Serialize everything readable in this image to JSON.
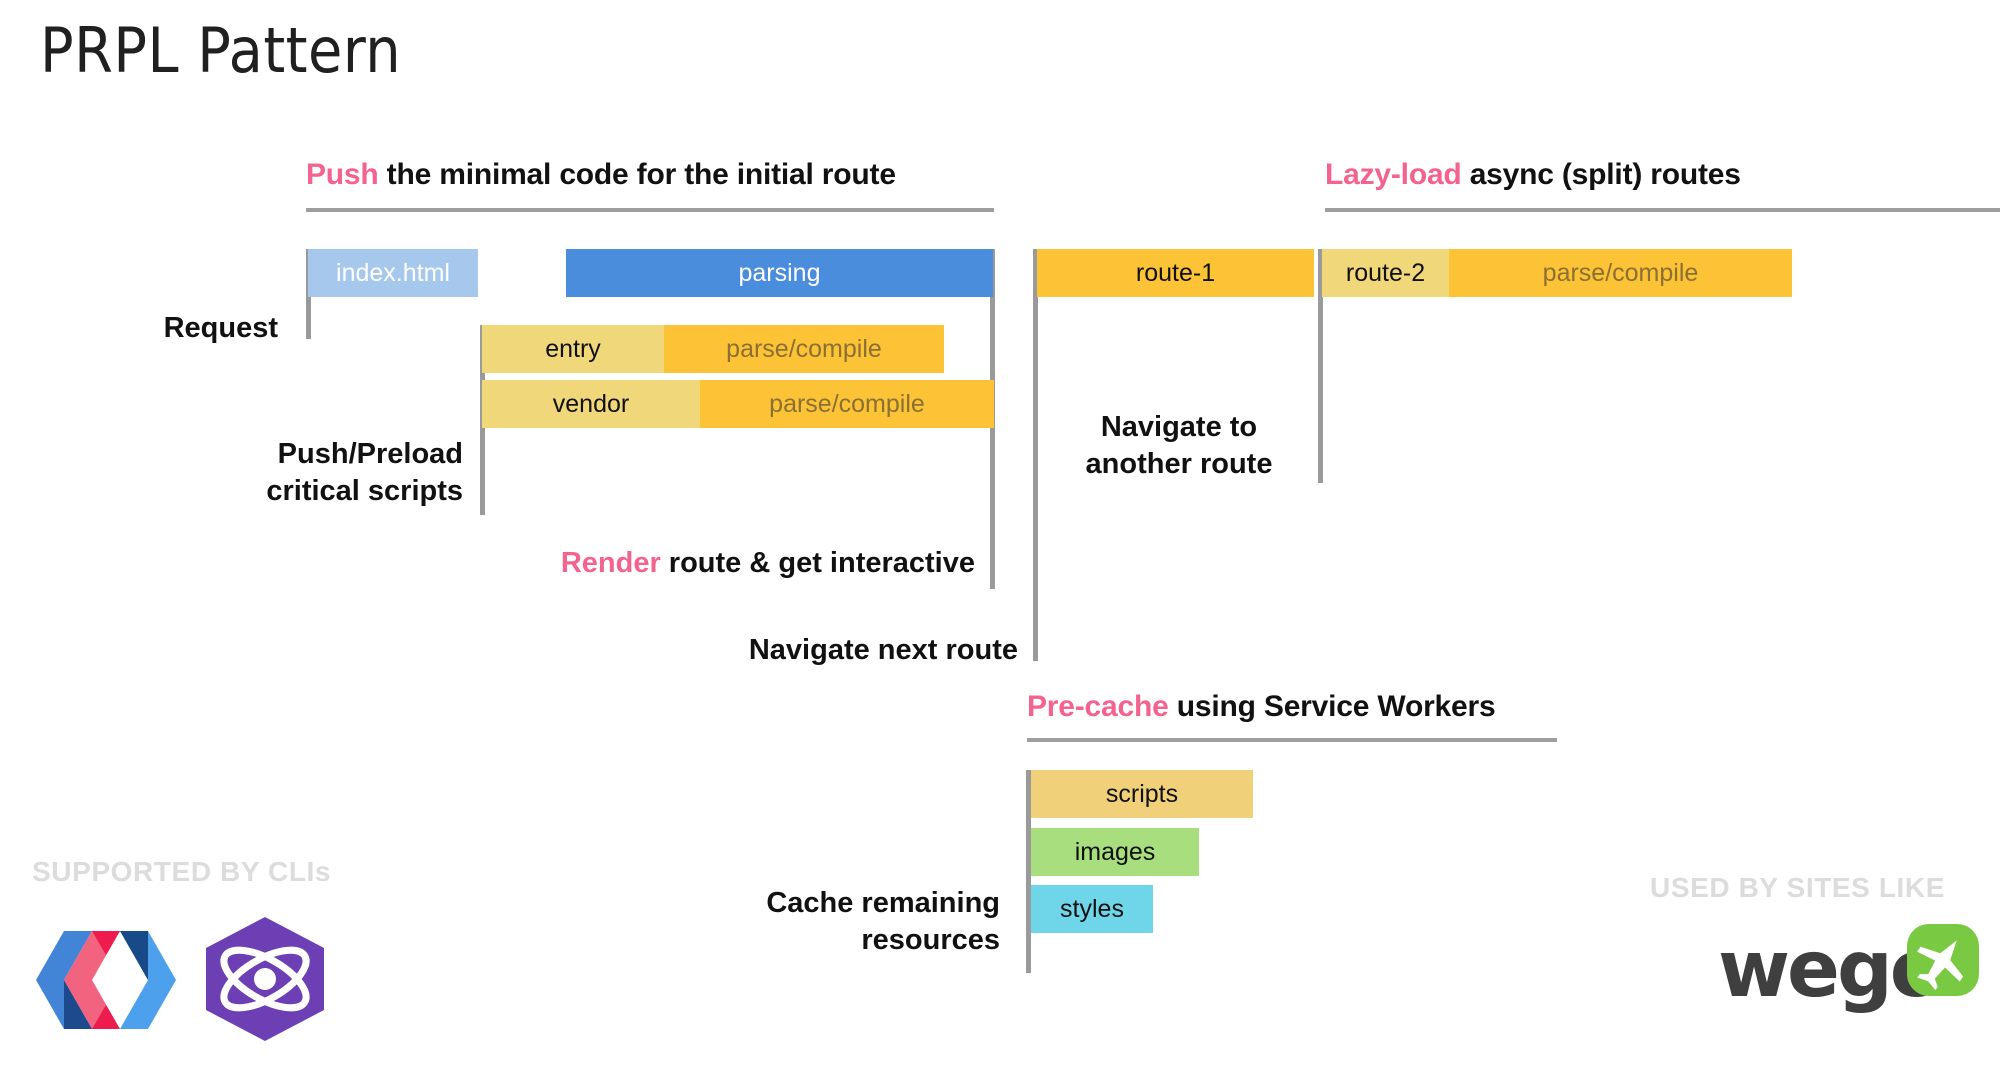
{
  "slide": {
    "title": "PRPL Pattern",
    "background": "#ffffff",
    "accent_pink": "#f4638f",
    "rule_color": "#9e9e9e",
    "axis_color": "#9a9a9a"
  },
  "sections": {
    "push": {
      "keyword": "Push",
      "rest": " the minimal code for the initial route",
      "bars": [
        {
          "name": "index-html-bar",
          "segments": [
            {
              "label": "index.html",
              "color": "#a6c8ec",
              "text_color": "#ffffff"
            }
          ]
        },
        {
          "name": "parsing-bar",
          "segments": [
            {
              "label": "parsing",
              "color": "#4a8ddc",
              "text_color": "#ffffff"
            }
          ]
        },
        {
          "name": "entry-bar",
          "segments": [
            {
              "label": "entry",
              "color": "#f0d87a",
              "text_color": "#111111"
            },
            {
              "label": "parse/compile",
              "color": "#fcc336",
              "text_color": "#8a7033"
            }
          ]
        },
        {
          "name": "vendor-bar",
          "segments": [
            {
              "label": "vendor",
              "color": "#f0d87a",
              "text_color": "#111111"
            },
            {
              "label": "parse/compile",
              "color": "#fcc336",
              "text_color": "#8a7033"
            }
          ]
        }
      ],
      "labels": {
        "request": "Request",
        "push_preload_line1": "Push/Preload",
        "push_preload_line2": "critical scripts",
        "render_keyword": "Render",
        "render_rest": " route & get interactive",
        "navigate_next": "Navigate next route"
      }
    },
    "lazy_load": {
      "keyword": "Lazy-load",
      "rest": " async (split) routes",
      "bars": [
        {
          "name": "route-1-bar",
          "segments": [
            {
              "label": "route-1",
              "color": "#fcc336",
              "text_color": "#111111"
            }
          ]
        },
        {
          "name": "route-2-bar",
          "segments": [
            {
              "label": "route-2",
              "color": "#f0d87a",
              "text_color": "#111111"
            },
            {
              "label": "parse/compile",
              "color": "#fcc336",
              "text_color": "#8a7033"
            }
          ]
        }
      ],
      "labels": {
        "navigate_line1": "Navigate to",
        "navigate_line2": "another route"
      }
    },
    "pre_cache": {
      "keyword": "Pre-cache",
      "rest": " using Service Workers",
      "bars": [
        {
          "name": "scripts-bar",
          "label": "scripts",
          "color": "#f0d17a",
          "text_color": "#111111"
        },
        {
          "name": "images-bar",
          "label": "images",
          "color": "#a9de7f",
          "text_color": "#111111"
        },
        {
          "name": "styles-bar",
          "label": "styles",
          "color": "#6fd5e8",
          "text_color": "#111111"
        }
      ],
      "labels": {
        "cache_line1": "Cache remaining",
        "cache_line2": "resources"
      }
    }
  },
  "footer": {
    "supported_by": "SUPPORTED BY CLIs",
    "used_by": "USED BY SITES LIKE",
    "logos": {
      "polymer": "polymer-logo",
      "atom": "atom-hexagon-logo",
      "wego_wordmark": "wego",
      "wego_badge": "airplane-icon"
    }
  }
}
